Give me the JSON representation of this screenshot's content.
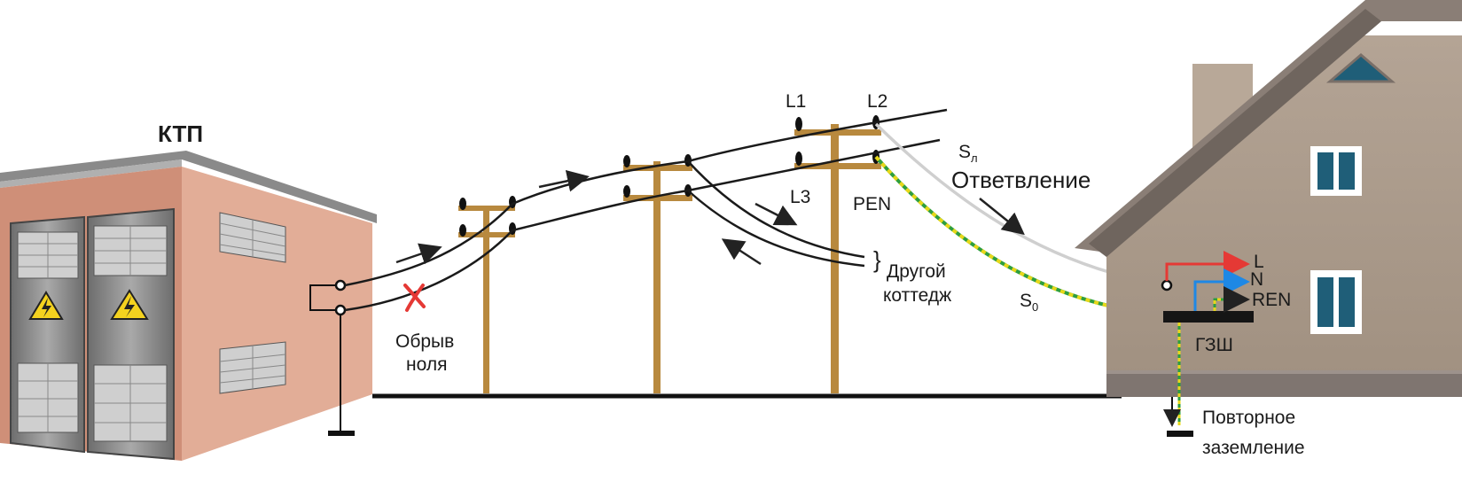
{
  "labels": {
    "ktp": "КТП",
    "l1": "L1",
    "l2": "L2",
    "l3": "L3",
    "pen": "PEN",
    "s": "S",
    "s_sub": "л",
    "branch": "Ответвление",
    "other_1": "Другой",
    "other_2": "коттедж",
    "s0": "S",
    "s0_sub": "0",
    "break_1": "Обрыв",
    "break_2": "ноля",
    "L": "L",
    "N": "N",
    "REN": "REN",
    "gzsh": "ГЗШ",
    "reground_1": "Повторное",
    "reground_2": "заземление"
  },
  "colors": {
    "building": "#d89c86",
    "building_side": "#e2ad97",
    "roof": "#8f8f8f",
    "pole": "#b8893e",
    "house": "#a99888",
    "house_roof": "#8a7e76",
    "window": "#1f5e78",
    "phase": "#e53935",
    "neutral": "#1e88e5",
    "pe_yellow": "#e8d81a",
    "pe_green": "#2e9e3e",
    "break_mark": "#e53935",
    "warning": "#f4d21f"
  },
  "icons": {
    "warning": "high-voltage-warning-icon",
    "break": "break-cross-icon"
  }
}
